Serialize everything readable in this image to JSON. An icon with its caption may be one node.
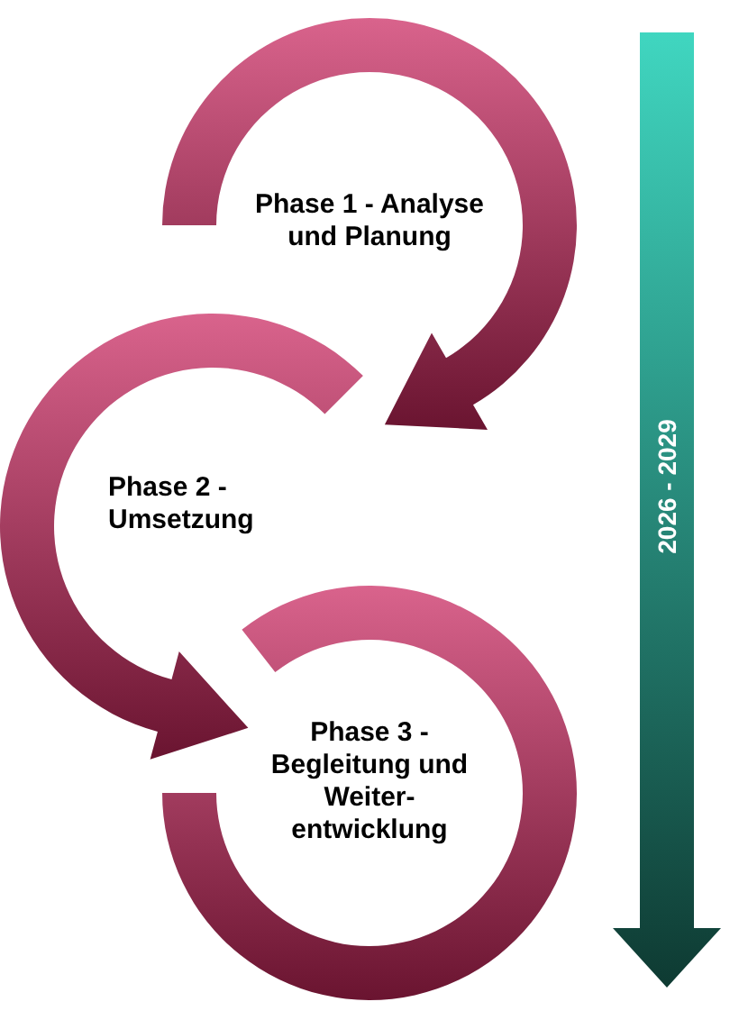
{
  "diagram": {
    "nodes": [
      {
        "text": [
          "Phase 1 - Analyse und Planung"
        ]
      },
      {
        "text": [
          "Phase 2 - Umsetzung"
        ]
      },
      {
        "text": [
          "Phase 3 - Begleitung und Weiter-entwicklung"
        ]
      },
      {
        "text": [
          "2026 - 2029"
        ]
      }
    ]
  }
}
